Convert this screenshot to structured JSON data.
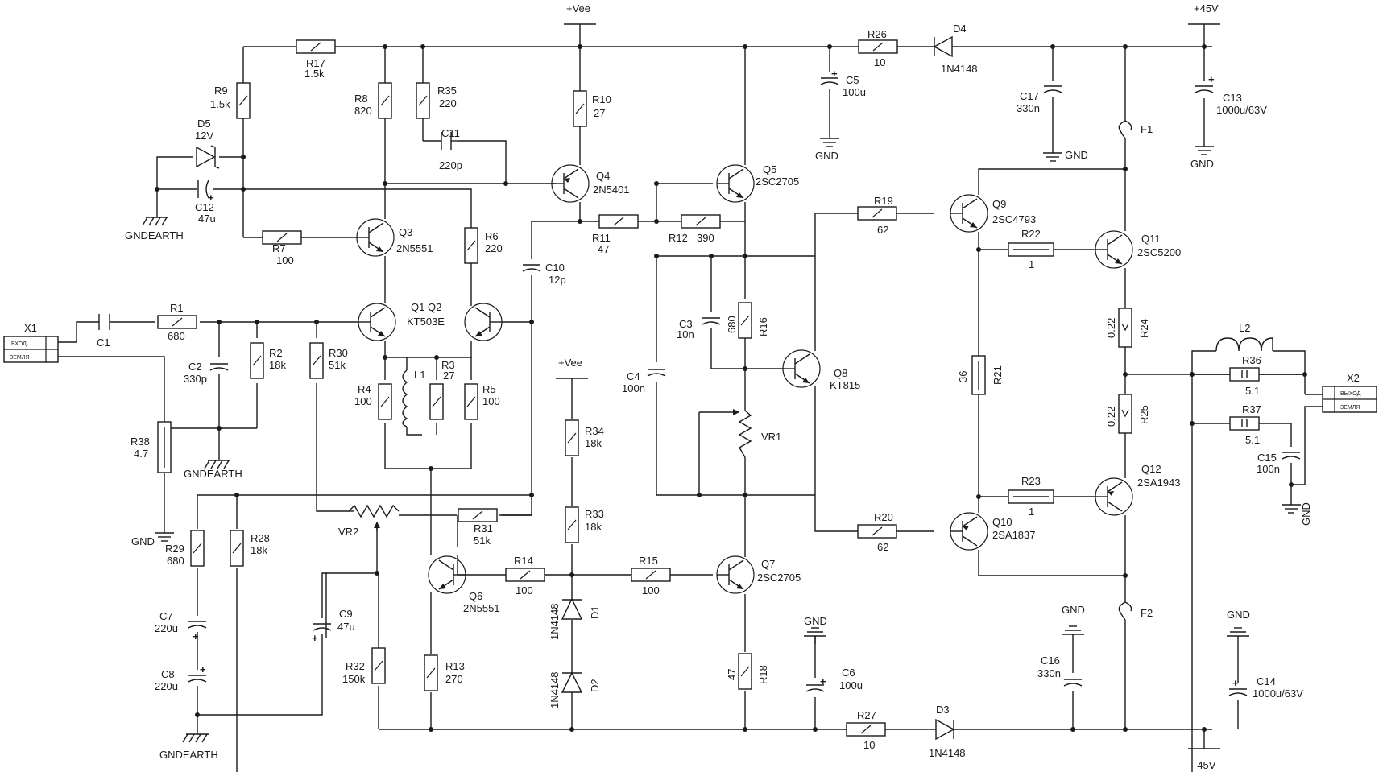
{
  "rails": {
    "vee_top": "+Vee",
    "vee_mid": "+Vee",
    "pos45": "+45V",
    "neg45": "-45V",
    "gnd": "GND",
    "gndearth": "GNDEARTH"
  },
  "connectors": {
    "x1": {
      "ref": "X1",
      "pin1": "ВХОД",
      "pin2": "ЗЕМЛЯ"
    },
    "x2": {
      "ref": "X2",
      "pin1": "ВЫХОД",
      "pin2": "ЗЕМЛЯ"
    }
  },
  "components": {
    "C1": {
      "ref": "C1"
    },
    "R1": {
      "ref": "R1",
      "value": "680"
    },
    "C2": {
      "ref": "C2",
      "value": "330p"
    },
    "R2": {
      "ref": "R2",
      "value": "18k"
    },
    "R38": {
      "ref": "R38",
      "value": "4.7"
    },
    "R30": {
      "ref": "R30",
      "value": "51k"
    },
    "Q1Q2": {
      "ref": "Q1 Q2",
      "value": "KT503E"
    },
    "R3": {
      "ref": "R3",
      "value": "27"
    },
    "R4": {
      "ref": "R4",
      "value": "100"
    },
    "R5": {
      "ref": "R5",
      "value": "100"
    },
    "L1": {
      "ref": "L1"
    },
    "Q3": {
      "ref": "Q3",
      "value": "2N5551"
    },
    "R7": {
      "ref": "R7",
      "value": "100"
    },
    "R6": {
      "ref": "R6",
      "value": "220"
    },
    "R9": {
      "ref": "R9",
      "value": "1.5k"
    },
    "D5": {
      "ref": "D5",
      "value": "12V"
    },
    "C12": {
      "ref": "C12",
      "value": "47u"
    },
    "R17": {
      "ref": "R17",
      "value": "1.5k"
    },
    "R8": {
      "ref": "R8",
      "value": "820"
    },
    "R35": {
      "ref": "R35",
      "value": "220"
    },
    "C11": {
      "ref": "C11",
      "value": "220p"
    },
    "R10": {
      "ref": "R10",
      "value": "27"
    },
    "Q4": {
      "ref": "Q4",
      "value": "2N5401"
    },
    "C10": {
      "ref": "C10",
      "value": "12p"
    },
    "R11": {
      "ref": "R11",
      "value": "47"
    },
    "R12": {
      "ref": "R12",
      "value": "390"
    },
    "Q5": {
      "ref": "Q5",
      "value": "2SC2705"
    },
    "R26": {
      "ref": "R26",
      "value": "10"
    },
    "D4": {
      "ref": "D4",
      "value": "1N4148"
    },
    "C5": {
      "ref": "C5",
      "value": "100u"
    },
    "C17": {
      "ref": "C17",
      "value": "330n"
    },
    "C13": {
      "ref": "C13",
      "value": "1000u/63V"
    },
    "F1": {
      "ref": "F1"
    },
    "F2": {
      "ref": "F2"
    },
    "R19": {
      "ref": "R19",
      "value": "62"
    },
    "Q9": {
      "ref": "Q9",
      "value": "2SC4793"
    },
    "R22": {
      "ref": "R22",
      "value": "1"
    },
    "Q11": {
      "ref": "Q11",
      "value": "2SC5200"
    },
    "C3": {
      "ref": "C3",
      "value": "10n"
    },
    "R16": {
      "ref": "R16",
      "value": "680"
    },
    "C4": {
      "ref": "C4",
      "value": "100n"
    },
    "Q8": {
      "ref": "Q8",
      "value": "KT815"
    },
    "VR1": {
      "ref": "VR1"
    },
    "R21": {
      "ref": "R21",
      "value": "36"
    },
    "R24": {
      "ref": "R24",
      "value": "0.22"
    },
    "R25": {
      "ref": "R25",
      "value": "0.22"
    },
    "L2": {
      "ref": "L2"
    },
    "R36": {
      "ref": "R36",
      "value": "5.1"
    },
    "R37": {
      "ref": "R37",
      "value": "5.1"
    },
    "C15": {
      "ref": "C15",
      "value": "100n"
    },
    "R23": {
      "ref": "R23",
      "value": "1"
    },
    "Q12": {
      "ref": "Q12",
      "value": "2SA1943"
    },
    "R20": {
      "ref": "R20",
      "value": "62"
    },
    "Q10": {
      "ref": "Q10",
      "value": "2SA1837"
    },
    "R34": {
      "ref": "R34",
      "value": "18k"
    },
    "R33": {
      "ref": "R33",
      "value": "18k"
    },
    "R31": {
      "ref": "R31",
      "value": "51k"
    },
    "VR2": {
      "ref": "VR2"
    },
    "R29": {
      "ref": "R29",
      "value": "680"
    },
    "R28": {
      "ref": "R28",
      "value": "18k"
    },
    "C7": {
      "ref": "C7",
      "value": "220u"
    },
    "C8": {
      "ref": "C8",
      "value": "220u"
    },
    "C9": {
      "ref": "C9",
      "value": "47u"
    },
    "R32": {
      "ref": "R32",
      "value": "150k"
    },
    "Q6": {
      "ref": "Q6",
      "value": "2N5551"
    },
    "R13": {
      "ref": "R13",
      "value": "270"
    },
    "R14": {
      "ref": "R14",
      "value": "100"
    },
    "D1": {
      "ref": "D1",
      "value": "1N4148"
    },
    "D2": {
      "ref": "D2",
      "value": "1N4148"
    },
    "R15": {
      "ref": "R15",
      "value": "100"
    },
    "Q7": {
      "ref": "Q7",
      "value": "2SC2705"
    },
    "R18": {
      "ref": "R18",
      "value": "47"
    },
    "C6": {
      "ref": "C6",
      "value": "100u"
    },
    "R27": {
      "ref": "R27",
      "value": "10"
    },
    "D3": {
      "ref": "D3",
      "value": "1N4148"
    },
    "C16": {
      "ref": "C16",
      "value": "330n"
    },
    "C14": {
      "ref": "C14",
      "value": "1000u/63V"
    }
  }
}
